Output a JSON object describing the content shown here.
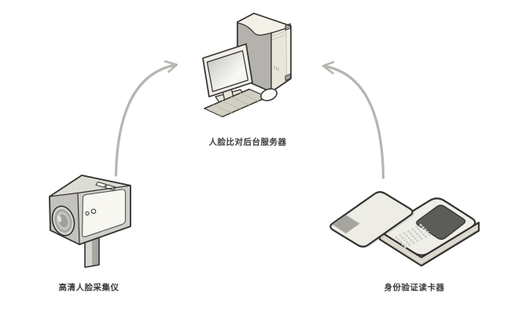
{
  "diagram": {
    "nodes": {
      "server": {
        "label": "人脸比对后台服务器",
        "type": "backend-server"
      },
      "camera": {
        "label": "高清人脸采集仪",
        "type": "hd-face-capture-camera"
      },
      "card_reader": {
        "label": "身份验证读卡器",
        "type": "identity-card-reader"
      }
    },
    "edges": [
      {
        "from": "camera",
        "to": "server",
        "style": "curved-arrow"
      },
      {
        "from": "card_reader",
        "to": "server",
        "style": "curved-arrow"
      }
    ],
    "colors": {
      "background": "#ffffff",
      "arrow": "#b6b5b1",
      "outline": "#32312e",
      "device_cream": "#edebe1",
      "device_gray": "#b3b2ad",
      "panel_white": "#f7f6f1",
      "screen_dark": "#5c5c5a",
      "label_text": "#3b3b38"
    }
  }
}
